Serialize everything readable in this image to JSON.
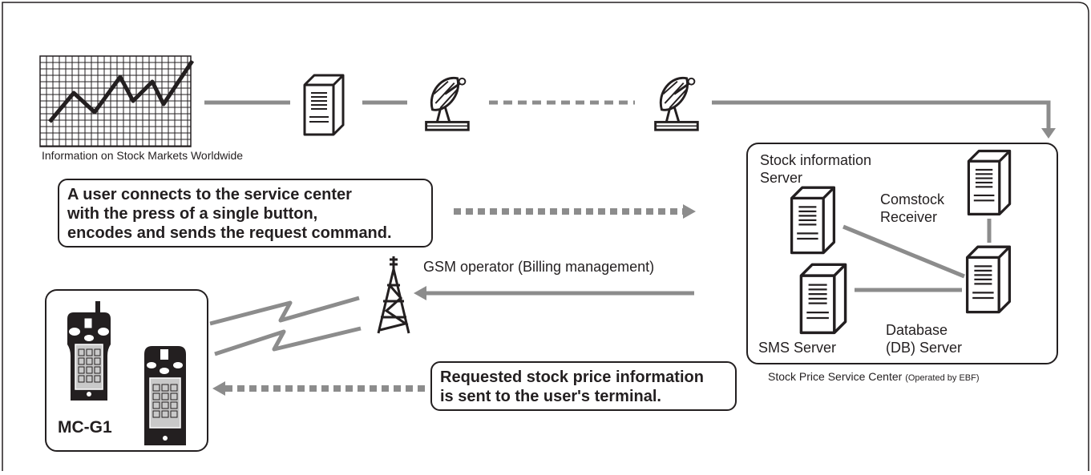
{
  "labels": {
    "markets": "Information on Stock Markets Worldwide",
    "stock_info_server": [
      "Stock information",
      "Server"
    ],
    "comstock_receiver": [
      "Comstock",
      "Receiver"
    ],
    "sms_server": "SMS Server",
    "database_server": [
      "Database",
      "(DB) Server"
    ],
    "service_center": "Stock Price Service Center",
    "service_center_note": "(Operated by EBF)",
    "gsm_operator": "GSM operator (Billing management)",
    "device_model": "MC-G1"
  },
  "callouts": {
    "request": [
      "A user connects to the service center",
      "with the press of a single button,",
      "encodes and sends the request command."
    ],
    "response": [
      "Requested stock price information",
      "is sent to the user's terminal."
    ]
  },
  "colors": {
    "line": "#8c8c8c",
    "ink": "#231f20",
    "screen": "#c9c9c9"
  }
}
